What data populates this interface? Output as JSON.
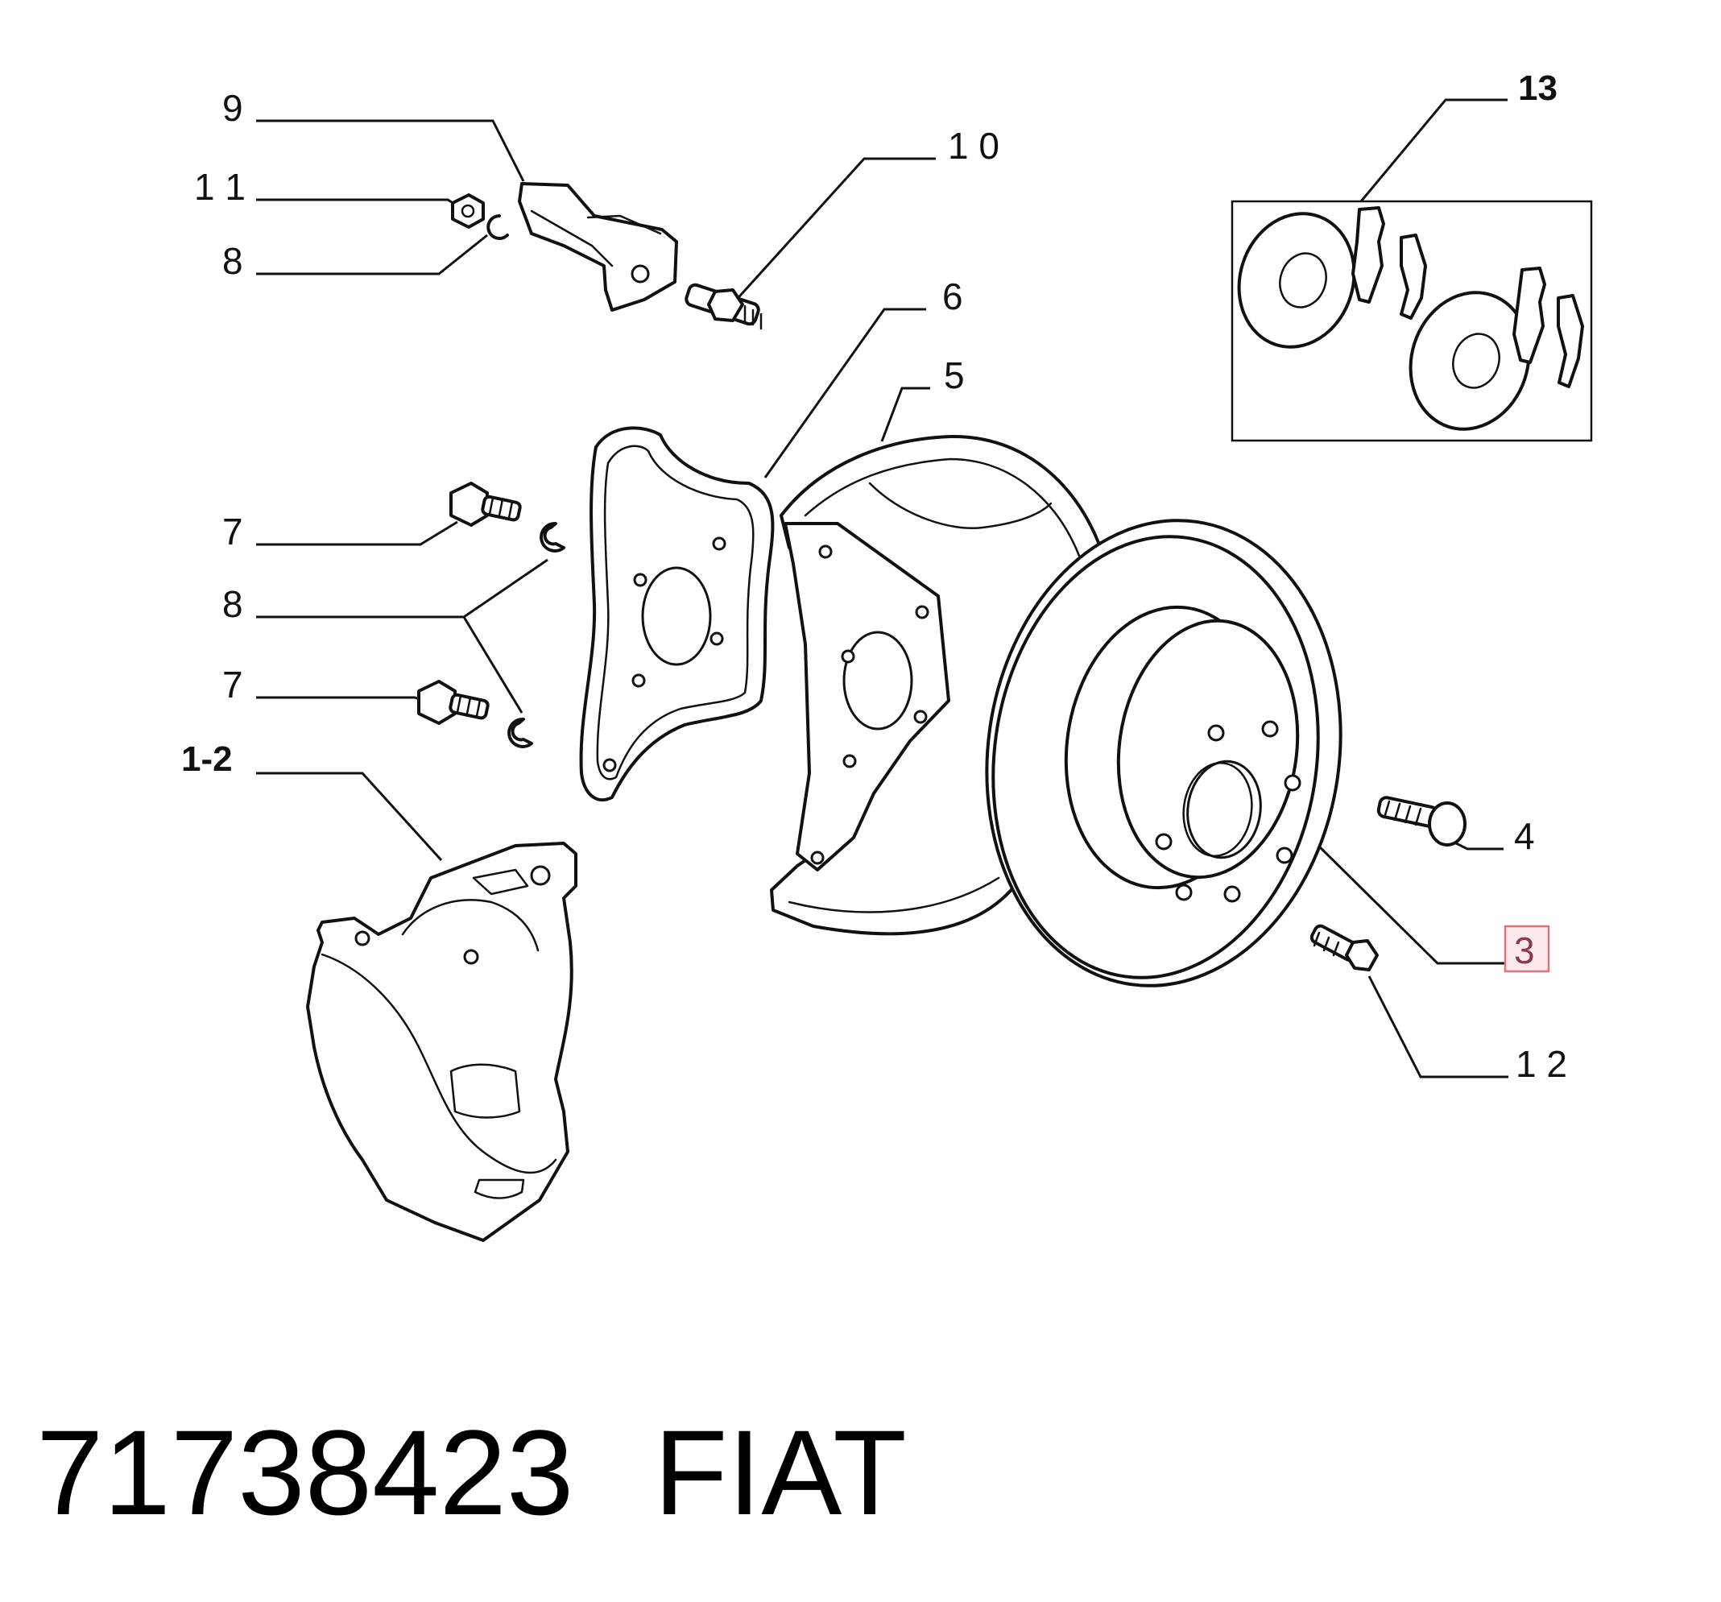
{
  "labels": {
    "l9": "9",
    "l11": "1 1",
    "l8a": "8",
    "l10": "1 0",
    "l13": "13",
    "l6": "6",
    "l5": "5",
    "l7a": "7",
    "l8b": "8",
    "l7b": "7",
    "l12lbl": "1-2",
    "l4": "4",
    "l3": "3",
    "l12": "1 2"
  },
  "footer": {
    "part_number": "71738423",
    "brand": "FIAT"
  },
  "colors": {
    "line": "#111111",
    "highlight_border": "#e0707a",
    "highlight_fill": "#fbe9ec",
    "highlight_text": "#8a3a4a"
  }
}
